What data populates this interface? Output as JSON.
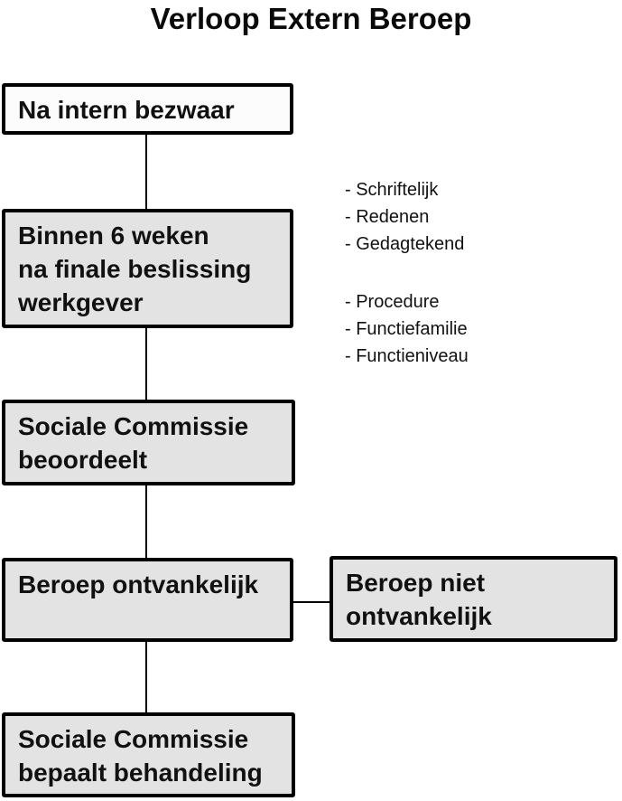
{
  "title": "Verloop Extern Beroep",
  "boxes": {
    "b1": {
      "label": "Na intern bezwaar"
    },
    "b2": {
      "label": "Binnen 6 weken\nna finale beslissing\nwerkgever"
    },
    "b3": {
      "label": "Sociale Commissie\nbeoordeelt"
    },
    "b4": {
      "label": "Beroep ontvankelijk"
    },
    "b5": {
      "label": "Beroep niet\nontvankelijk"
    },
    "b6": {
      "label": "Sociale Commissie\nbepaalt behandeling"
    }
  },
  "annotations": {
    "group1": [
      "- Schriftelijk",
      "- Redenen",
      "- Gedagtekend"
    ],
    "group2": [
      "- Procedure",
      "- Functiefamilie",
      "- Functieniveau"
    ]
  },
  "colors": {
    "background": "#ffffff",
    "border": "#000000",
    "box_fill": "#e3e3e3",
    "start_box_fill": "#fcfcfc",
    "text": "#111111",
    "connector": "#000000"
  }
}
